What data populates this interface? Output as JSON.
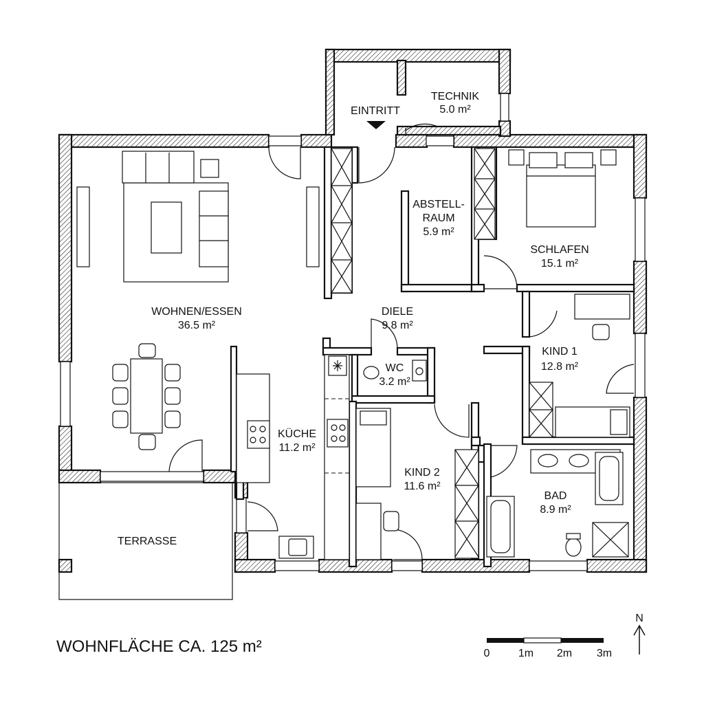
{
  "rooms": {
    "eintritt": "EINTRITT",
    "technik_name": "TECHNIK",
    "technik_area": "5.0 m²",
    "abstell_name1": "ABSTELL-",
    "abstell_name2": "RAUM",
    "abstell_area": "5.9 m²",
    "schlafen_name": "SCHLAFEN",
    "schlafen_area": "15.1 m²",
    "wohnen_name": "WOHNEN/ESSEN",
    "wohnen_area": "36.5 m²",
    "diele_name": "DIELE",
    "diele_area": "9.8 m²",
    "wc_name": "WC",
    "wc_area": "3.2 m²",
    "kind1_name": "KIND 1",
    "kind1_area": "12.8 m²",
    "kueche_name": "KÜCHE",
    "kueche_area": "11.2 m²",
    "kind2_name": "KIND 2",
    "kind2_area": "11.6 m²",
    "bad_name": "BAD",
    "bad_area": "8.9 m²",
    "terrasse": "TERRASSE"
  },
  "footer": {
    "total_area": "WOHNFLÄCHE CA. 125 m²",
    "north": "N",
    "scale_ticks": [
      "0",
      "1m",
      "2m",
      "3m"
    ]
  }
}
